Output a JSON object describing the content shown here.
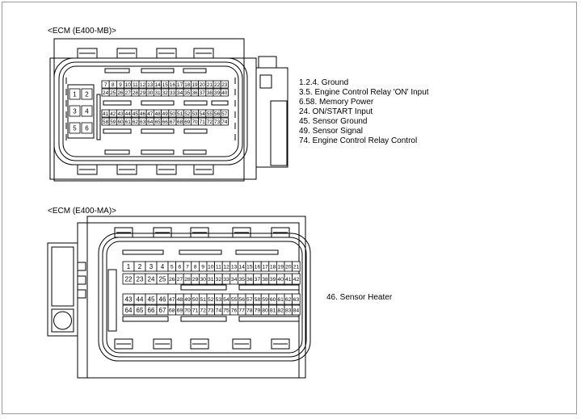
{
  "connectors": [
    {
      "title": "<ECM (E400-MB)>",
      "left_pins": [
        "1",
        "2",
        "3",
        "4",
        "5",
        "6"
      ],
      "pin_rows": [
        [
          "7",
          "8",
          "9",
          "10",
          "11",
          "12",
          "13",
          "14",
          "15",
          "16",
          "17",
          "18",
          "19",
          "20",
          "21",
          "22",
          "23"
        ],
        [
          "24",
          "25",
          "26",
          "27",
          "28",
          "29",
          "30",
          "31",
          "32",
          "33",
          "34",
          "35",
          "36",
          "37",
          "38",
          "39",
          "40"
        ],
        [
          "41",
          "42",
          "43",
          "44",
          "45",
          "46",
          "47",
          "48",
          "49",
          "50",
          "51",
          "52",
          "53",
          "54",
          "55",
          "56",
          "57"
        ],
        [
          "58",
          "59",
          "60",
          "61",
          "62",
          "63",
          "64",
          "65",
          "66",
          "67",
          "68",
          "69",
          "70",
          "71",
          "72",
          "73",
          "74"
        ]
      ],
      "legend": [
        "1.2.4. Ground",
        "3.5. Engine Control Relay 'ON' Input",
        "6.58. Memory Power",
        "24. ON/START Input",
        "45. Sensor Ground",
        "49. Sensor Signal",
        "74. Engine Control Relay Control"
      ]
    },
    {
      "title": "<ECM (E400-MA)>",
      "pin_rows": [
        [
          "1",
          "2",
          "3",
          "4",
          "5",
          "6",
          "7",
          "8",
          "9",
          "10",
          "11",
          "12",
          "13",
          "14",
          "15",
          "16",
          "17",
          "18",
          "19",
          "20",
          "21"
        ],
        [
          "22",
          "23",
          "24",
          "25",
          "26",
          "27",
          "28",
          "29",
          "30",
          "31",
          "32",
          "33",
          "34",
          "35",
          "36",
          "37",
          "38",
          "39",
          "40",
          "41",
          "42"
        ],
        [
          "43",
          "44",
          "45",
          "46",
          "47",
          "48",
          "49",
          "50",
          "51",
          "52",
          "53",
          "54",
          "55",
          "56",
          "57",
          "58",
          "59",
          "60",
          "61",
          "62",
          "63"
        ],
        [
          "64",
          "65",
          "66",
          "67",
          "68",
          "69",
          "70",
          "71",
          "72",
          "73",
          "74",
          "75",
          "76",
          "77",
          "78",
          "79",
          "80",
          "81",
          "82",
          "83",
          "84"
        ]
      ],
      "legend": [
        "46. Sensor Heater"
      ]
    }
  ],
  "colors": {
    "line": "#000000",
    "frame": "#9a9a9a"
  }
}
